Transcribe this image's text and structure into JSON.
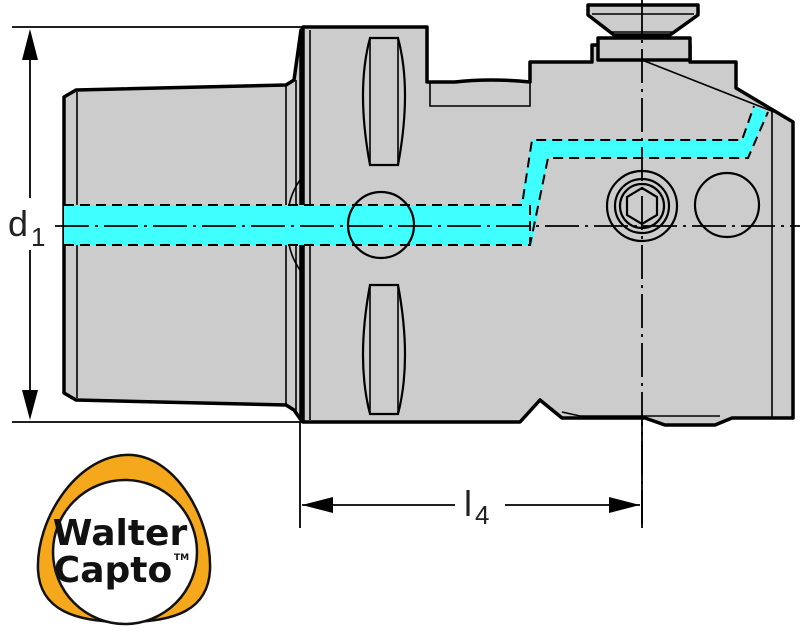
{
  "drawing": {
    "colors": {
      "body_fill": "#cccccc",
      "coolant": "#40ffff",
      "line": "#000000",
      "logo_ring": "#f5a81c"
    },
    "dimensions": {
      "diameter": {
        "symbol": "d",
        "subscript": "1"
      },
      "length": {
        "symbol": "l",
        "subscript": "4"
      }
    },
    "logo": {
      "line1": "Walter",
      "line2": "Capto",
      "trademark": "TM"
    }
  }
}
